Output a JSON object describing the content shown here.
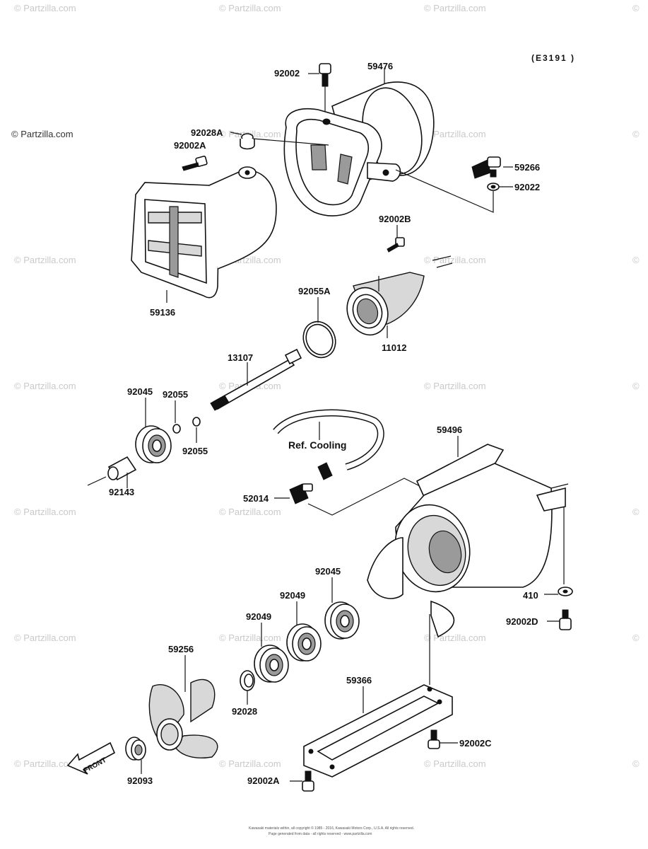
{
  "diagram_code": "(E3191 )",
  "watermark": "© Partzilla.com",
  "watermark_short": "©",
  "copyright_line1": "Kawasaki materials within, all copyright © 1985 - 2016, Kawasaki Motors Corp., U.S.A. All rights reserved.",
  "copyright_line2": "Page generated from data - all rights reserved - www.partzilla.com",
  "front_arrow_label": "FRONT",
  "parts": {
    "p92002": "92002",
    "p59476": "59476",
    "p92028A": "92028A",
    "p92002A_top": "92002A",
    "p59266": "59266",
    "p92022": "92022",
    "p92002B": "92002B",
    "p59136": "59136",
    "p92055A": "92055A",
    "p11012": "11012",
    "p13107": "13107",
    "p92045_top": "92045",
    "p92055_a": "92055",
    "p92055_b": "92055",
    "p92143": "92143",
    "ref_cooling": "Ref. Cooling",
    "p59496": "59496",
    "p52014": "52014",
    "p410": "410",
    "p92002D": "92002D",
    "p92045_bot": "92045",
    "p92049_a": "92049",
    "p92049_b": "92049",
    "p59256": "59256",
    "p59366": "59366",
    "p92028": "92028",
    "p92002C": "92002C",
    "p92093": "92093",
    "p92002A_bot": "92002A"
  }
}
